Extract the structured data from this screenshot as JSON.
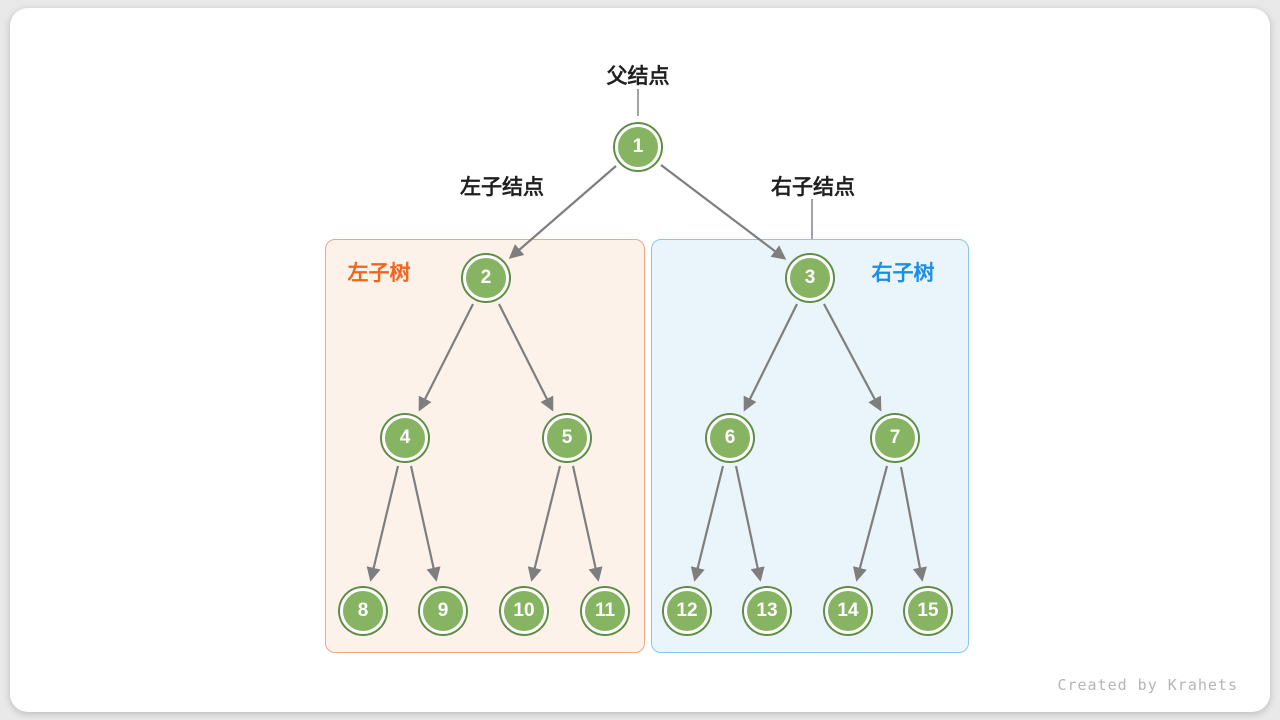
{
  "diagram": {
    "annotations": {
      "parent_node": "父结点",
      "left_child": "左子结点",
      "right_child": "右子结点",
      "left_subtree": "左子树",
      "right_subtree": "右子树"
    },
    "tree": {
      "type": "binary-tree",
      "nodes": [
        {
          "id": 1,
          "label": "1"
        },
        {
          "id": 2,
          "label": "2"
        },
        {
          "id": 3,
          "label": "3"
        },
        {
          "id": 4,
          "label": "4"
        },
        {
          "id": 5,
          "label": "5"
        },
        {
          "id": 6,
          "label": "6"
        },
        {
          "id": 7,
          "label": "7"
        },
        {
          "id": 8,
          "label": "8"
        },
        {
          "id": 9,
          "label": "9"
        },
        {
          "id": 10,
          "label": "10"
        },
        {
          "id": 11,
          "label": "11"
        },
        {
          "id": 12,
          "label": "12"
        },
        {
          "id": 13,
          "label": "13"
        },
        {
          "id": 14,
          "label": "14"
        },
        {
          "id": 15,
          "label": "15"
        }
      ],
      "edges": [
        [
          1,
          2
        ],
        [
          1,
          3
        ],
        [
          2,
          4
        ],
        [
          2,
          5
        ],
        [
          3,
          6
        ],
        [
          3,
          7
        ],
        [
          4,
          8
        ],
        [
          4,
          9
        ],
        [
          5,
          10
        ],
        [
          5,
          11
        ],
        [
          6,
          12
        ],
        [
          6,
          13
        ],
        [
          7,
          14
        ],
        [
          7,
          15
        ]
      ]
    },
    "colors": {
      "node_fill": "#86b463",
      "node_ring": "#5f8c46",
      "edge": "#7e7e7e",
      "left_box_bg": "#fdf2ea",
      "left_box_border": "#efa689",
      "left_label": "#f3641c",
      "right_box_bg": "#eaf4fb",
      "right_box_border": "#8bc5e9",
      "right_label": "#1b8fe6"
    },
    "watermark": "Created by Krahets"
  }
}
